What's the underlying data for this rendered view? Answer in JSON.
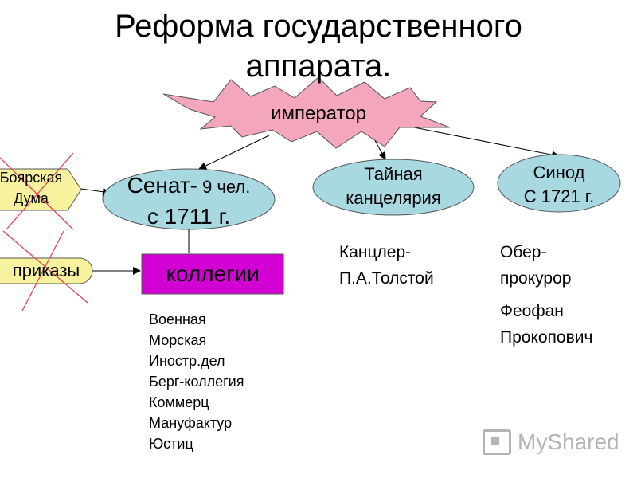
{
  "title": {
    "line1": "Реформа государственного",
    "line2": "аппарата."
  },
  "nodes": {
    "emperor": "император",
    "duma": {
      "line1": "Боярская",
      "line2": "Дума"
    },
    "prikazy": "приказы",
    "senate": {
      "line1_big": "Сенат-",
      "line1_small": " 9 чел.",
      "line2": "с 1711 г."
    },
    "tainaya": {
      "line1": "Тайная",
      "line2": "канцелярия"
    },
    "synod": {
      "line1": "Синод",
      "line2": "С 1721 г."
    },
    "collegia": "коллегии"
  },
  "collegia_list": [
    "Военная",
    "Морская",
    "Иностр.дел",
    "Берг-коллегия",
    "Коммерц",
    "Мануфактур",
    "Юстиц"
  ],
  "chancellor": {
    "line1": "Канцлер-",
    "line2": "П.А.Толстой"
  },
  "ober": {
    "line1": "Обер-",
    "line2": "прокурор",
    "line3": "Феофан",
    "line4": "Прокопович"
  },
  "watermark": "MyShared",
  "colors": {
    "star_fill": "#f4a6bd",
    "ellipse_fill": "#a8d8e0",
    "hex_fill": "#f7f29e",
    "collegia_fill": "#d200d2",
    "cross": "#e0445a"
  }
}
